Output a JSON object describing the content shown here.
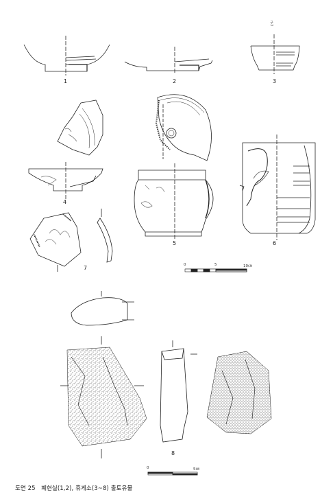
{
  "figure": {
    "caption_number": "도면 25",
    "caption_text": "폐현실(1,2), 휴게소(3~8) 출토유물",
    "vertical_note": "구3"
  },
  "items": [
    {
      "id": "sherd-1",
      "label": "1"
    },
    {
      "id": "sherd-2",
      "label": "2"
    },
    {
      "id": "sherd-3",
      "label": "3"
    },
    {
      "id": "sherd-4",
      "label": "4"
    },
    {
      "id": "sherd-5",
      "label": "5"
    },
    {
      "id": "sherd-6",
      "label": "6"
    },
    {
      "id": "sherd-7",
      "label": "7"
    },
    {
      "id": "sherd-8",
      "label": "8"
    }
  ],
  "scale_bars": [
    {
      "id": "scale-10cm",
      "ticks": [
        "0",
        "5",
        "10㎝"
      ]
    },
    {
      "id": "scale-5cm",
      "ticks": [
        "0",
        "5㎝"
      ]
    }
  ]
}
